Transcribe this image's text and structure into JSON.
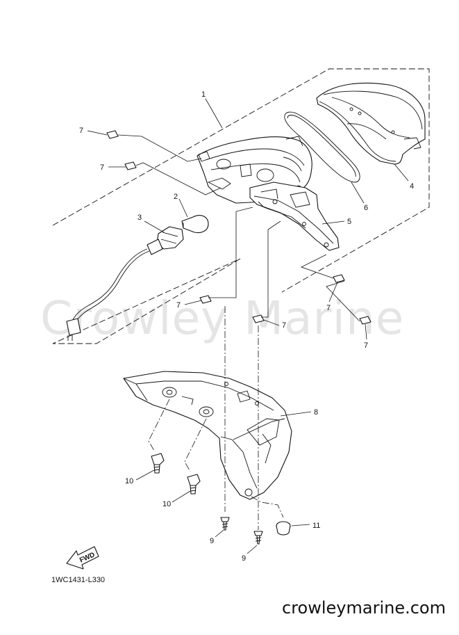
{
  "watermark": "Crowley Marine",
  "footer_url": "crowleymarine.com",
  "diagram_code": "1WC1431-L330",
  "fwd_label": "FWD",
  "callouts": {
    "c1": "1",
    "c2": "2",
    "c3": "3",
    "c4": "4",
    "c5": "5",
    "c6": "6",
    "c7a": "7",
    "c7b": "7",
    "c7c": "7",
    "c7d": "7",
    "c7e": "7",
    "c7f": "7",
    "c8": "8",
    "c9a": "9",
    "c9b": "9",
    "c10a": "10",
    "c10b": "10",
    "c11": "11"
  }
}
